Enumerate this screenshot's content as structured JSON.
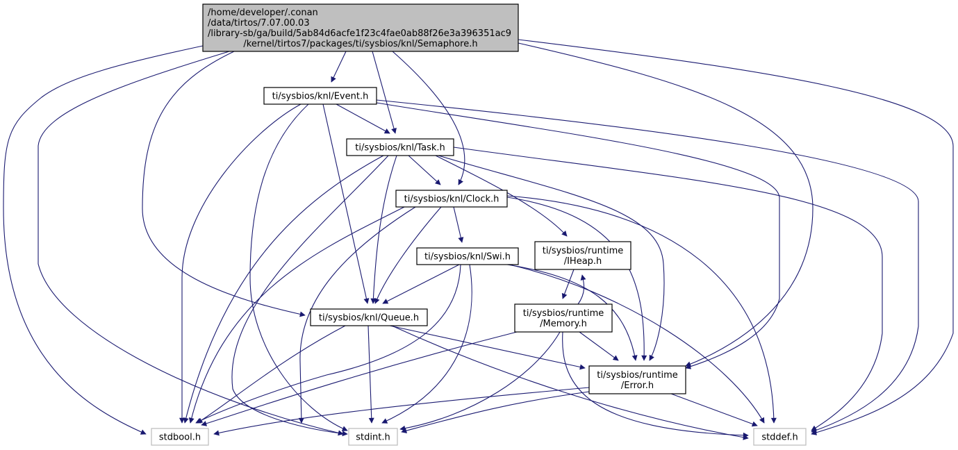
{
  "diagram": {
    "type": "include-dependency-graph",
    "edge_color": "#191970",
    "root_fill": "#bfbfbf",
    "external_border": "#bfbfbf",
    "nodes": [
      {
        "id": "semaphore",
        "lines": [
          "/home/developer/.conan",
          "/data/tirtos/7.07.00.03",
          "/library-sb/ga/build/5ab84d6acfe1f23c4fae0ab88f26e3a396351ac9",
          "/kernel/tirtos7/packages/ti/sysbios/knl/Semaphore.h"
        ],
        "kind": "root"
      },
      {
        "id": "event",
        "lines": [
          "ti/sysbios/knl/Event.h"
        ],
        "kind": "local"
      },
      {
        "id": "task",
        "lines": [
          "ti/sysbios/knl/Task.h"
        ],
        "kind": "local"
      },
      {
        "id": "clock",
        "lines": [
          "ti/sysbios/knl/Clock.h"
        ],
        "kind": "local"
      },
      {
        "id": "swi",
        "lines": [
          "ti/sysbios/knl/Swi.h"
        ],
        "kind": "local"
      },
      {
        "id": "iheap",
        "lines": [
          "ti/sysbios/runtime",
          "/IHeap.h"
        ],
        "kind": "local"
      },
      {
        "id": "memory",
        "lines": [
          "ti/sysbios/runtime",
          "/Memory.h"
        ],
        "kind": "local"
      },
      {
        "id": "queue",
        "lines": [
          "ti/sysbios/knl/Queue.h"
        ],
        "kind": "local"
      },
      {
        "id": "error",
        "lines": [
          "ti/sysbios/runtime",
          "/Error.h"
        ],
        "kind": "local"
      },
      {
        "id": "stdbool",
        "lines": [
          "stdbool.h"
        ],
        "kind": "external"
      },
      {
        "id": "stdint",
        "lines": [
          "stdint.h"
        ],
        "kind": "external"
      },
      {
        "id": "stddef",
        "lines": [
          "stddef.h"
        ],
        "kind": "external"
      }
    ],
    "edges": [
      [
        "semaphore",
        "event"
      ],
      [
        "semaphore",
        "task"
      ],
      [
        "semaphore",
        "clock"
      ],
      [
        "semaphore",
        "queue"
      ],
      [
        "semaphore",
        "error"
      ],
      [
        "semaphore",
        "stdbool"
      ],
      [
        "semaphore",
        "stdint"
      ],
      [
        "semaphore",
        "stddef"
      ],
      [
        "event",
        "task"
      ],
      [
        "event",
        "queue"
      ],
      [
        "event",
        "error"
      ],
      [
        "event",
        "stdbool"
      ],
      [
        "event",
        "stdint"
      ],
      [
        "event",
        "stddef"
      ],
      [
        "task",
        "clock"
      ],
      [
        "task",
        "queue"
      ],
      [
        "task",
        "iheap"
      ],
      [
        "task",
        "error"
      ],
      [
        "task",
        "stdbool"
      ],
      [
        "task",
        "stdint"
      ],
      [
        "task",
        "stddef"
      ],
      [
        "clock",
        "swi"
      ],
      [
        "clock",
        "queue"
      ],
      [
        "clock",
        "error"
      ],
      [
        "clock",
        "stdbool"
      ],
      [
        "clock",
        "stdint"
      ],
      [
        "clock",
        "stddef"
      ],
      [
        "swi",
        "queue"
      ],
      [
        "swi",
        "error"
      ],
      [
        "swi",
        "stdbool"
      ],
      [
        "swi",
        "stdint"
      ],
      [
        "swi",
        "stddef"
      ],
      [
        "iheap",
        "memory"
      ],
      [
        "memory",
        "iheap"
      ],
      [
        "memory",
        "error"
      ],
      [
        "memory",
        "stdbool"
      ],
      [
        "memory",
        "stdint"
      ],
      [
        "memory",
        "stddef"
      ],
      [
        "queue",
        "error"
      ],
      [
        "queue",
        "stdbool"
      ],
      [
        "queue",
        "stdint"
      ],
      [
        "queue",
        "stddef"
      ],
      [
        "error",
        "stdbool"
      ],
      [
        "error",
        "stdint"
      ],
      [
        "error",
        "stddef"
      ]
    ]
  }
}
